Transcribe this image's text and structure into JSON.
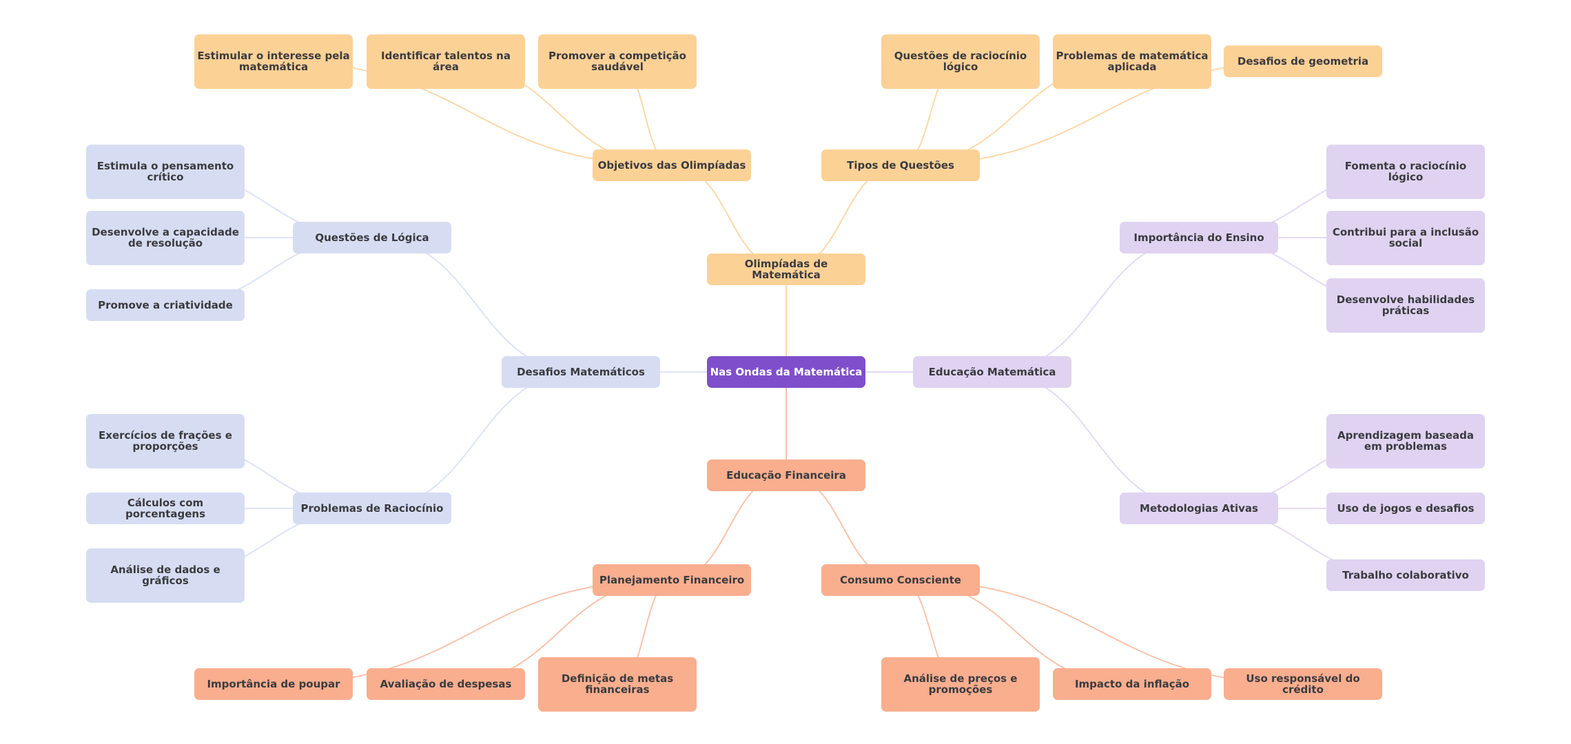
{
  "title": "Nas Ondas da Matemática",
  "colors": {
    "root_fill": "#7F4FCB",
    "root_text": "#FFFFFF",
    "text": "#3B3B3F",
    "olimpiadas_fill": "#FCD196",
    "olimpiadas_edge": "#FCD8A8",
    "desafios_fill": "#D6DDF2",
    "desafios_edge": "#DCE3F6",
    "educacao_mat_fill": "#DFD3F1",
    "educacao_mat_edge": "#E4DAF4",
    "financeira_fill": "#F9AE8E",
    "financeira_edge": "#F9C2AA"
  },
  "nodes": [
    {
      "id": "root",
      "label": "Nas Ondas da Matemática",
      "branch": "root",
      "parent": null
    },
    {
      "id": "olimpiadas",
      "label": "Olimpíadas de Matemática",
      "branch": "olimpiadas",
      "parent": "root"
    },
    {
      "id": "objetivos",
      "label": "Objetivos das Olimpíadas",
      "branch": "olimpiadas",
      "parent": "olimpiadas"
    },
    {
      "id": "estimular",
      "label": "Estimular o interesse pela matemática",
      "branch": "olimpiadas",
      "parent": "objetivos"
    },
    {
      "id": "identificar",
      "label": "Identificar talentos na área",
      "branch": "olimpiadas",
      "parent": "objetivos"
    },
    {
      "id": "promover",
      "label": "Promover a competição saudável",
      "branch": "olimpiadas",
      "parent": "objetivos"
    },
    {
      "id": "tipos",
      "label": "Tipos de Questões",
      "branch": "olimpiadas",
      "parent": "olimpiadas"
    },
    {
      "id": "raciocinio-logico",
      "label": "Questões de raciocínio lógico",
      "branch": "olimpiadas",
      "parent": "tipos"
    },
    {
      "id": "aplicada",
      "label": "Problemas de matemática aplicada",
      "branch": "olimpiadas",
      "parent": "tipos"
    },
    {
      "id": "geometria",
      "label": "Desafios de geometria",
      "branch": "olimpiadas",
      "parent": "tipos"
    },
    {
      "id": "desafios",
      "label": "Desafios Matemáticos",
      "branch": "desafios",
      "parent": "root"
    },
    {
      "id": "logica",
      "label": "Questões de Lógica",
      "branch": "desafios",
      "parent": "desafios"
    },
    {
      "id": "pensamento",
      "label": "Estimula o pensamento crítico",
      "branch": "desafios",
      "parent": "logica"
    },
    {
      "id": "capacidade",
      "label": "Desenvolve a capacidade de resolução",
      "branch": "desafios",
      "parent": "logica"
    },
    {
      "id": "criatividade",
      "label": "Promove a criatividade",
      "branch": "desafios",
      "parent": "logica"
    },
    {
      "id": "raciocinio",
      "label": "Problemas de Raciocínio",
      "branch": "desafios",
      "parent": "desafios"
    },
    {
      "id": "fracoes",
      "label": "Exercícios de frações e proporções",
      "branch": "desafios",
      "parent": "raciocinio"
    },
    {
      "id": "porcentagens",
      "label": "Cálculos com porcentagens",
      "branch": "desafios",
      "parent": "raciocinio"
    },
    {
      "id": "dados",
      "label": "Análise de dados e gráficos",
      "branch": "desafios",
      "parent": "raciocinio"
    },
    {
      "id": "educacao-mat",
      "label": "Educação Matemática",
      "branch": "educacao_mat",
      "parent": "root"
    },
    {
      "id": "importancia",
      "label": "Importância do Ensino",
      "branch": "educacao_mat",
      "parent": "educacao-mat"
    },
    {
      "id": "fomenta",
      "label": "Fomenta o raciocínio lógico",
      "branch": "educacao_mat",
      "parent": "importancia"
    },
    {
      "id": "inclusao",
      "label": "Contribui para a inclusão social",
      "branch": "educacao_mat",
      "parent": "importancia"
    },
    {
      "id": "habilidades",
      "label": "Desenvolve habilidades práticas",
      "branch": "educacao_mat",
      "parent": "importancia"
    },
    {
      "id": "metodologias",
      "label": "Metodologias Ativas",
      "branch": "educacao_mat",
      "parent": "educacao-mat"
    },
    {
      "id": "aprendizagem",
      "label": "Aprendizagem baseada em problemas",
      "branch": "educacao_mat",
      "parent": "metodologias"
    },
    {
      "id": "jogos",
      "label": "Uso de jogos e desafios",
      "branch": "educacao_mat",
      "parent": "metodologias"
    },
    {
      "id": "colaborativo",
      "label": "Trabalho colaborativo",
      "branch": "educacao_mat",
      "parent": "metodologias"
    },
    {
      "id": "financeira",
      "label": "Educação Financeira",
      "branch": "financeira",
      "parent": "root"
    },
    {
      "id": "planejamento",
      "label": "Planejamento Financeiro",
      "branch": "financeira",
      "parent": "financeira"
    },
    {
      "id": "poupar",
      "label": "Importância de poupar",
      "branch": "financeira",
      "parent": "planejamento"
    },
    {
      "id": "despesas",
      "label": "Avaliação de despesas",
      "branch": "financeira",
      "parent": "planejamento"
    },
    {
      "id": "metas",
      "label": "Definição de metas financeiras",
      "branch": "financeira",
      "parent": "planejamento"
    },
    {
      "id": "consumo",
      "label": "Consumo Consciente",
      "branch": "financeira",
      "parent": "financeira"
    },
    {
      "id": "precos",
      "label": "Análise de preços e promoções",
      "branch": "financeira",
      "parent": "consumo"
    },
    {
      "id": "inflacao",
      "label": "Impacto da inflação",
      "branch": "financeira",
      "parent": "consumo"
    },
    {
      "id": "credito",
      "label": "Uso responsável do crédito",
      "branch": "financeira",
      "parent": "consumo"
    }
  ]
}
